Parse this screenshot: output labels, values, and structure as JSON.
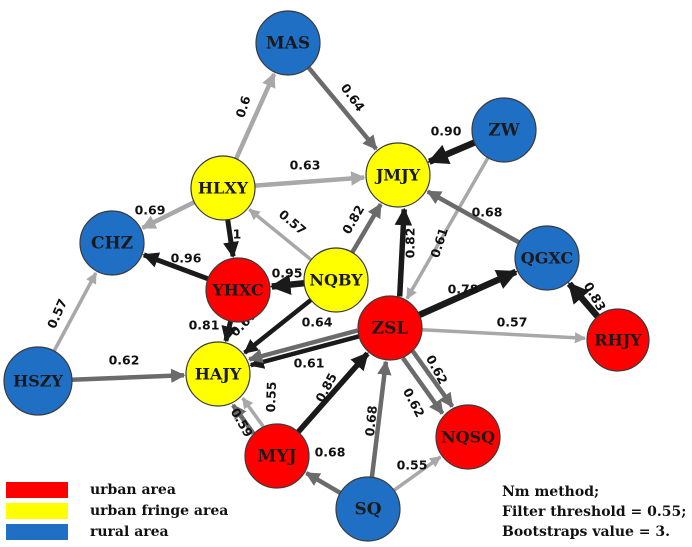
{
  "colors": {
    "urban": "#ff0000",
    "fringe": "#ffff00",
    "rural": "#1f6fc5"
  },
  "nodes": [
    {
      "id": "MAS",
      "label": "MAS",
      "type": "rural"
    },
    {
      "id": "ZW",
      "label": "ZW",
      "type": "rural"
    },
    {
      "id": "JMJY",
      "label": "JMJY",
      "type": "fringe"
    },
    {
      "id": "HLXY",
      "label": "HLXY",
      "type": "fringe"
    },
    {
      "id": "CHZ",
      "label": "CHZ",
      "type": "rural"
    },
    {
      "id": "QGXC",
      "label": "QGXC",
      "type": "rural"
    },
    {
      "id": "YHXC",
      "label": "YHXC",
      "type": "urban"
    },
    {
      "id": "NQBY",
      "label": "NQBY",
      "type": "fringe"
    },
    {
      "id": "ZSL",
      "label": "ZSL",
      "type": "urban"
    },
    {
      "id": "RHJY",
      "label": "RHJY",
      "type": "urban"
    },
    {
      "id": "HSZY",
      "label": "HSZY",
      "type": "rural"
    },
    {
      "id": "HAJY",
      "label": "HAJY",
      "type": "fringe"
    },
    {
      "id": "MYJ",
      "label": "MYJ",
      "type": "urban"
    },
    {
      "id": "NQSQ",
      "label": "NQSQ",
      "type": "urban"
    },
    {
      "id": "SQ",
      "label": "SQ",
      "type": "rural"
    }
  ],
  "edges": [
    {
      "from": "HLXY",
      "to": "MAS",
      "weight": "0.6"
    },
    {
      "from": "MAS",
      "to": "JMJY",
      "weight": "0.64"
    },
    {
      "from": "ZW",
      "to": "JMJY",
      "weight": "0.90"
    },
    {
      "from": "HLXY",
      "to": "JMJY",
      "weight": "0.63"
    },
    {
      "from": "HLXY",
      "to": "CHZ",
      "weight": "0.69"
    },
    {
      "from": "HLXY",
      "to": "YHXC",
      "weight": "1"
    },
    {
      "from": "NQBY",
      "to": "HLXY",
      "weight": "0.57"
    },
    {
      "from": "NQBY",
      "to": "JMJY",
      "weight": "0.82"
    },
    {
      "from": "ZSL",
      "to": "JMJY",
      "weight": "0.82"
    },
    {
      "from": "ZW",
      "to": "ZSL",
      "weight": "0.61"
    },
    {
      "from": "QGXC",
      "to": "JMJY",
      "weight": "0.68"
    },
    {
      "from": "YHXC",
      "to": "CHZ",
      "weight": "0.96"
    },
    {
      "from": "NQBY",
      "to": "YHXC",
      "weight": "0.95"
    },
    {
      "from": "ZSL",
      "to": "QGXC",
      "weight": "0.78"
    },
    {
      "from": "RHJY",
      "to": "QGXC",
      "weight": "0.83"
    },
    {
      "from": "HSZY",
      "to": "CHZ",
      "weight": "0.57"
    },
    {
      "from": "YHXC",
      "to": "HAJY",
      "weight": "0.81"
    },
    {
      "from": "NQBY",
      "to": "HAJY",
      "weight": "0.67"
    },
    {
      "from": "ZSL",
      "to": "HAJY",
      "weight": "0.64"
    },
    {
      "from": "ZSL",
      "to": "RHJY",
      "weight": "0.57"
    },
    {
      "from": "HSZY",
      "to": "HAJY",
      "weight": "0.62"
    },
    {
      "from": "ZSL",
      "to": "HAJY",
      "weight": "0.61"
    },
    {
      "from": "MYJ",
      "to": "HAJY",
      "weight": "0.55"
    },
    {
      "from": "MYJ",
      "to": "HAJY",
      "weight": "0.59"
    },
    {
      "from": "MYJ",
      "to": "ZSL",
      "weight": "0.85"
    },
    {
      "from": "ZSL",
      "to": "NQSQ",
      "weight": "0.62"
    },
    {
      "from": "ZSL",
      "to": "NQSQ",
      "weight": "0.62"
    },
    {
      "from": "SQ",
      "to": "ZSL",
      "weight": "0.68"
    },
    {
      "from": "SQ",
      "to": "MYJ",
      "weight": "0.68"
    },
    {
      "from": "SQ",
      "to": "NQSQ",
      "weight": "0.55"
    }
  ],
  "legend": [
    {
      "label": "urban area",
      "type": "urban"
    },
    {
      "label": "urban fringe area",
      "type": "fringe"
    },
    {
      "label": "rural area",
      "type": "rural"
    }
  ],
  "notes": {
    "method": "Nm method;",
    "threshold": "Filter threshold = 0.55;",
    "bootstraps": "Bootstraps value = 3."
  }
}
